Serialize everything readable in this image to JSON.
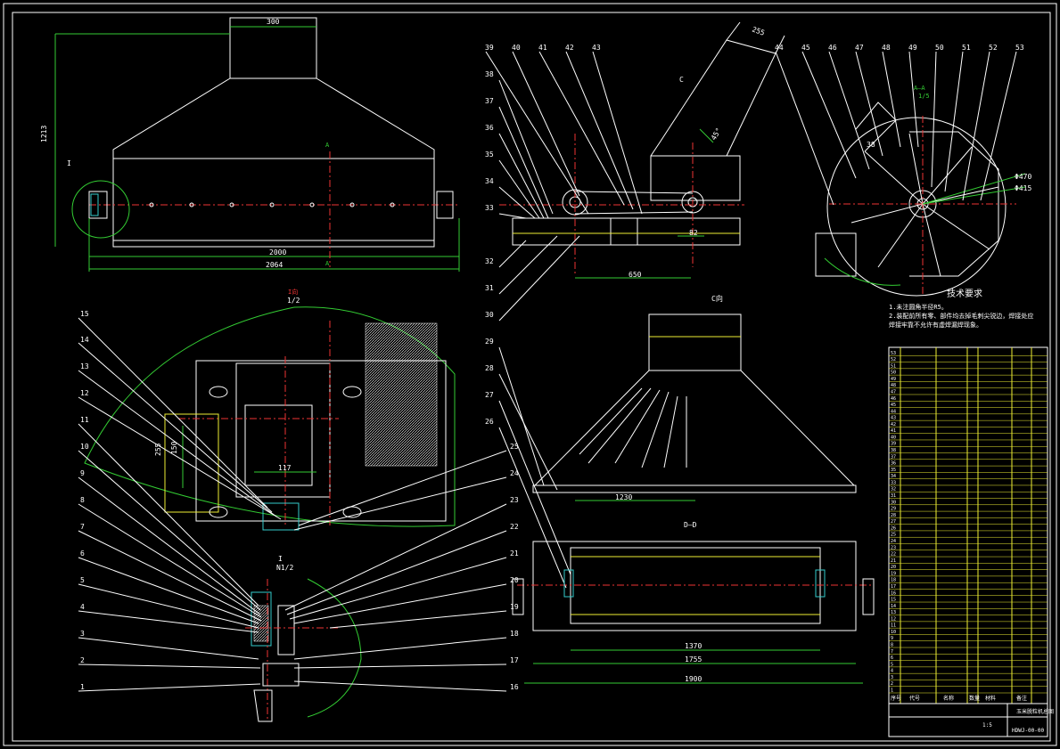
{
  "colors": {
    "background": "#000000",
    "frame": "#ffffff",
    "dimension": "#33cc33",
    "centerline": "#ee3333",
    "table": "#ffee33"
  },
  "dimensions": {
    "top_width": "300",
    "height": "1213",
    "length_2000": "2000",
    "length_2064": "2064",
    "detail_I": "I",
    "section_A": "A",
    "side_650": "650",
    "side_82": "82",
    "hopper_255": "255",
    "angle_45": "45°",
    "label_C": "C",
    "angle_view_label": "A—A",
    "angle_view_scale": "1/5",
    "d470": "Φ470",
    "d415": "Φ415",
    "label_38": "38",
    "bottom_1230": "1230",
    "view_D": "D—D",
    "view_C": "C向",
    "d1370": "1370",
    "d1755": "1755",
    "d1900": "1900",
    "detail_view_title": "I向",
    "detail_view_scale": "1/2",
    "detail_150": "150",
    "detail_255": "255",
    "detail_117": "117",
    "detail2_title": "I",
    "detail2_scale": "N1/2"
  },
  "callouts_left": [
    "15",
    "14",
    "13",
    "12",
    "11",
    "10",
    "9",
    "8",
    "7",
    "6",
    "5",
    "4",
    "3",
    "2",
    "1"
  ],
  "callouts_right": [
    "25",
    "24",
    "23",
    "22",
    "21",
    "20",
    "19",
    "18",
    "17",
    "16"
  ],
  "callouts_side": [
    "39",
    "40",
    "41",
    "42",
    "43",
    "38",
    "37",
    "36",
    "35",
    "34",
    "33",
    "32",
    "31",
    "30",
    "29",
    "28",
    "27",
    "26"
  ],
  "callouts_top_right": [
    "44",
    "45",
    "46",
    "47",
    "48",
    "49",
    "50",
    "51",
    "52",
    "53"
  ],
  "tech_req": {
    "title": "技术要求",
    "line1": "1.未注圆角半径R5。",
    "line2": "2.装配前所有零、部件均去掉毛刺尖锐边，焊接处应",
    "line3": "焊接牢靠不允许有虚焊漏焊现象。"
  },
  "bom_rows": [
    "53",
    "52",
    "51",
    "50",
    "49",
    "48",
    "47",
    "46",
    "45",
    "44",
    "43",
    "42",
    "41",
    "40",
    "39",
    "38",
    "37",
    "36",
    "35",
    "34",
    "33",
    "32",
    "31",
    "30",
    "29",
    "28",
    "27",
    "26",
    "25",
    "24",
    "23",
    "22",
    "21",
    "20",
    "19",
    "18",
    "17",
    "16",
    "15",
    "14",
    "13",
    "12",
    "11",
    "10",
    "9",
    "8",
    "7",
    "6",
    "5",
    "4",
    "3",
    "2",
    "1"
  ],
  "bom_header": [
    "序号",
    "代号",
    "名称",
    "数量",
    "材料",
    "备注"
  ],
  "title_block": {
    "name": "玉米脱粒机总图",
    "drawing_no": "HDWJ-00-00",
    "scale": "1:5"
  }
}
